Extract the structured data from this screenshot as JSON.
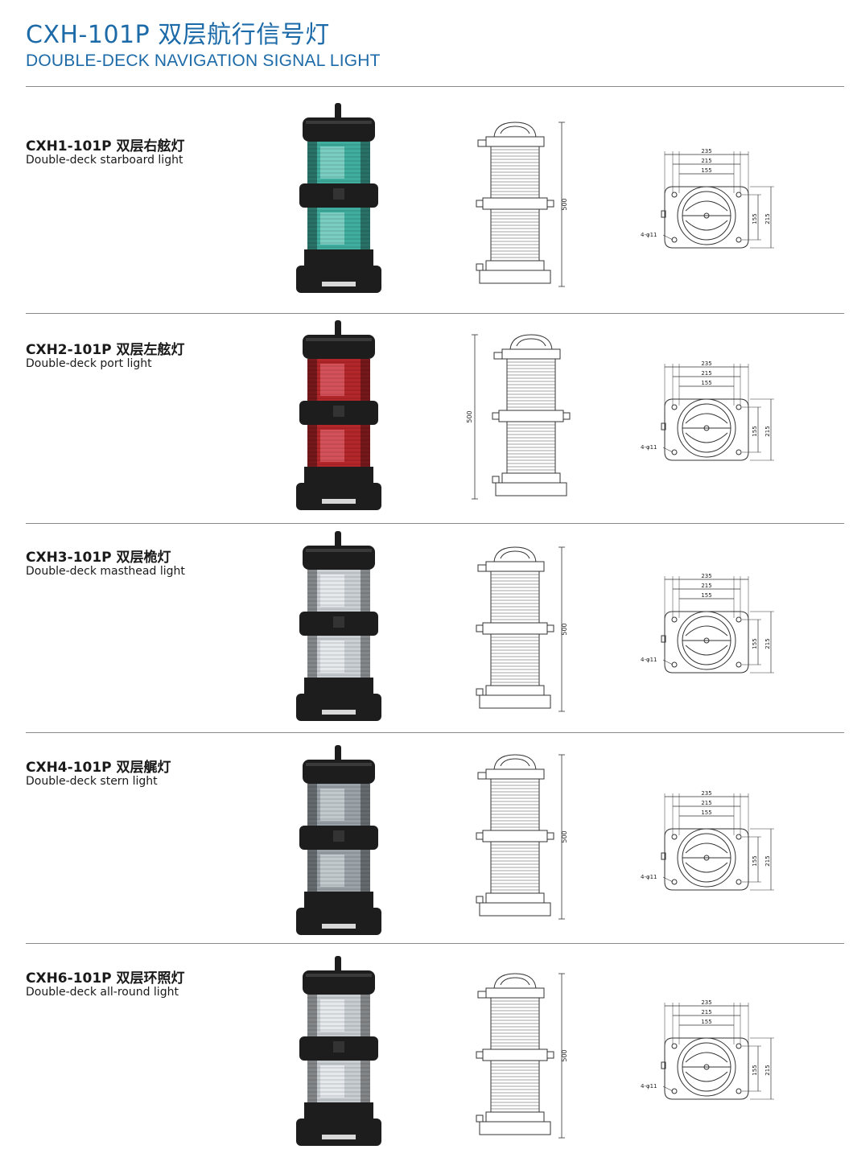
{
  "header": {
    "title": "CXH-101P 双层航行信号灯",
    "subtitle": "DOUBLE-DECK NAVIGATION SIGNAL LIGHT"
  },
  "products": [
    {
      "model": "CXH1-101P 双层右舷灯",
      "description": "Double-deck starboard light",
      "lens_color": "#3fae9e",
      "lens_tint": "#8fd8cc"
    },
    {
      "model": "CXH2-101P 双层左舷灯",
      "description": "Double-deck port light",
      "lens_color": "#b3262a",
      "lens_tint": "#e0606a"
    },
    {
      "model": "CXH3-101P 双层桅灯",
      "description": "Double-deck masthead light",
      "lens_color": "#c9cfd3",
      "lens_tint": "#eef2f4"
    },
    {
      "model": "CXH4-101P 双层艉灯",
      "description": "Double-deck stern light",
      "lens_color": "#9aa2a8",
      "lens_tint": "#cfd5d9"
    },
    {
      "model": "CXH6-101P 双层环照灯",
      "description": "Double-deck all-round light",
      "lens_color": "#c7ccd0",
      "lens_tint": "#f0f3f5"
    }
  ],
  "drawing_labels": {
    "height": "500",
    "width_outer": "235",
    "width_mid": "215",
    "width_inner": "155",
    "depth_inner": "155",
    "depth_outer": "215",
    "holes": "4-φ11"
  }
}
